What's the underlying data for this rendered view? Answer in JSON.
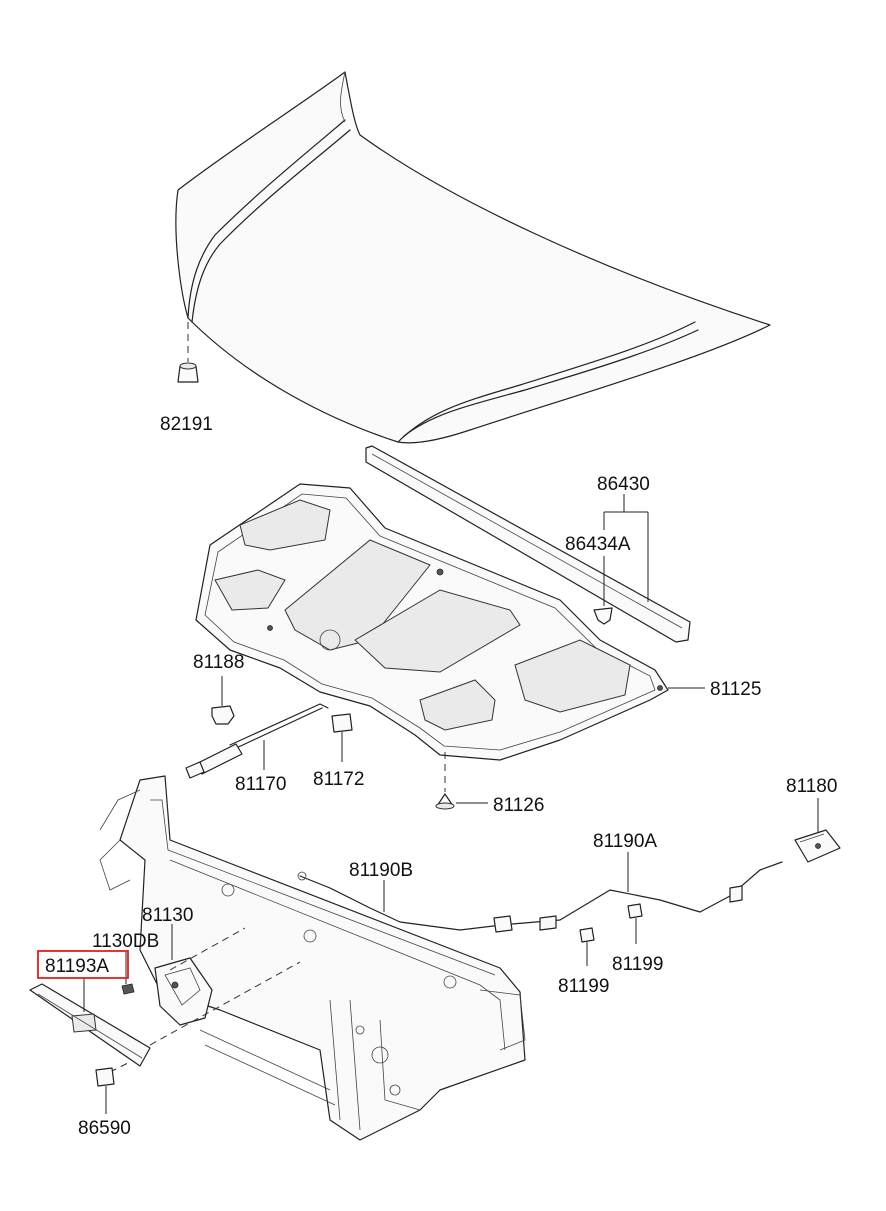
{
  "diagram": {
    "labels": {
      "p82191": "82191",
      "p86430": "86430",
      "p86434A": "86434A",
      "p81188": "81188",
      "p81125": "81125",
      "p81170": "81170",
      "p81172": "81172",
      "p81126": "81126",
      "p81180": "81180",
      "p81190A": "81190A",
      "p81190B": "81190B",
      "p81130": "81130",
      "p1130DB": "1130DB",
      "p81193A": "81193A",
      "p81199a": "81199",
      "p81199b": "81199",
      "p86590": "86590"
    },
    "highlighted_part": "81193A",
    "highlight_color": "#e02020"
  }
}
